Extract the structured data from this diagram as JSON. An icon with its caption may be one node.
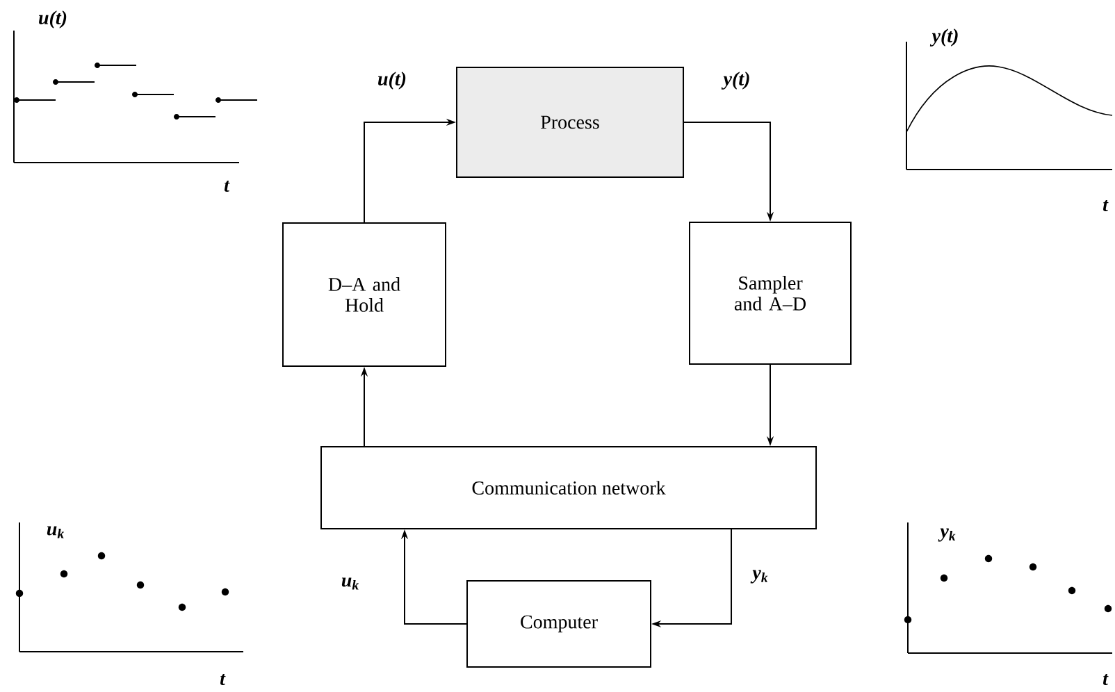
{
  "diagram": {
    "nodes": [
      {
        "text": [
          "Process"
        ]
      },
      {
        "text": [
          "D–A and Hold"
        ]
      },
      {
        "text": [
          "Sampler and A–D"
        ]
      },
      {
        "text": [
          "Communication network"
        ]
      },
      {
        "text": [
          "Computer"
        ]
      }
    ],
    "edges": [
      {
        "from": 1,
        "to": 0,
        "arrow": "to",
        "label": "u(t)"
      },
      {
        "from": 0,
        "to": 2,
        "arrow": "to",
        "label": "y(t)"
      },
      {
        "from": 2,
        "to": 3,
        "arrow": "to"
      },
      {
        "from": 3,
        "to": 1,
        "arrow": "to"
      },
      {
        "from": 4,
        "to": 3,
        "arrow": "to",
        "label": "u$_{k}$"
      },
      {
        "from": 3,
        "to": 4,
        "arrow": "to",
        "label": "y$_{k}$"
      }
    ],
    "labels": [
      "u(t)",
      "t",
      "y(t)",
      "t",
      "u$_{k}$",
      "t",
      "y$_{k}$",
      "t"
    ]
  }
}
